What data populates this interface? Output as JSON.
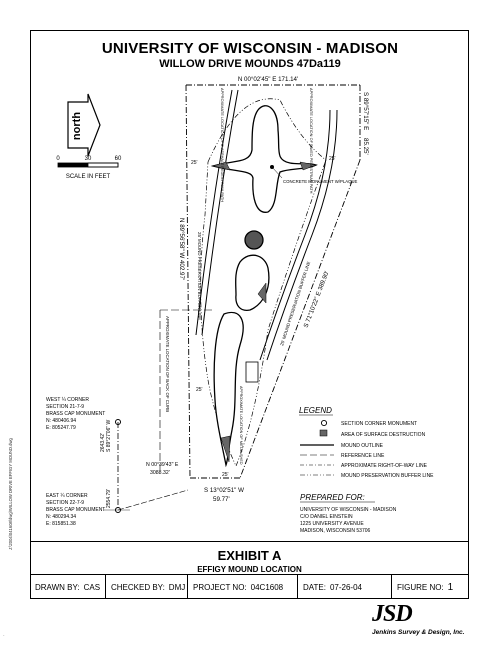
{
  "header": {
    "title": "UNIVERSITY OF WISCONSIN - MADISON",
    "subtitle": "WILLOW DRIVE MOUNDS 47Da119"
  },
  "north": {
    "label": "north"
  },
  "scale_bar": {
    "ticks": [
      "0",
      "30",
      "60"
    ],
    "label": "SCALE IN FEET"
  },
  "bearings": {
    "top": "N 00°02'45\" E   171.14'",
    "right_top": "S 89°57'15\" E",
    "right_top_dist": "85.25'",
    "left": "N 89°56'58\" W   402.97'",
    "right_mid": "S 71°10'22\" E   389.90'",
    "south": "S 13°02'51\" W",
    "south_dist": "59.77'",
    "south_west": "N 00°39'43\" E",
    "south_west_dist": "3088.32'",
    "west_line": "S 89°27'06\" W",
    "west_line_dist": "2643.42'",
    "west_line_alt": "2554.79'"
  },
  "annotations": {
    "ped_path_left": "APPROXIMATE LOCATION OF 8' ASPHALT PEDESTRIAN PATH",
    "ped_path_right": "APPROXIMATE LOCATION OF PAVED PEDESTRIAN PATH",
    "concrete_monument": "CONCRETE MONUMENT W/PLAQUE",
    "buffer_left": "25' MOUND PRESERVATION BUFFER LINE",
    "buffer_right": "25' MOUND PRESERVATION BUFFER LINE",
    "curb": "APPROXIMATE LOCATION OF BACK OF CURB",
    "metal_shed": "APPROXIMATE LOCATION OF METAL SHED",
    "dim_25": "25'"
  },
  "west_corner": {
    "title": "WEST ¼ CORNER",
    "section": "SECTION 21-7-9",
    "type": "BRASS CAP MONUMENT",
    "n": "N: 480406.94",
    "e": "E: 805247.79"
  },
  "east_corner": {
    "title": "EAST ¼ CORNER",
    "section": "SECTION 22-7-9",
    "type": "BRASS CAP MONUMENT",
    "n": "N: 480294.34",
    "e": "E: 815851.38"
  },
  "legend": {
    "title": "LEGEND",
    "items": [
      "SECTION CORNER MONUMENT",
      "AREA OF SURFACE DESTRUCTION",
      "MOUND OUTLINE",
      "REFERENCE LINE",
      "APPROXIMATE RIGHT-OF-WAY LINE",
      "MOUND PRESERVATION BUFFER LINE"
    ]
  },
  "prepared_for": {
    "title": "PREPARED FOR:",
    "lines": [
      "UNIVERSITY OF WISCONSIN - MADISON",
      "C/O DANIEL EINSTEIN",
      "1225 UNIVERSITY AVENUE",
      "MADISON, WISCONSIN   53706"
    ]
  },
  "exhibit": {
    "title": "EXHIBIT A",
    "subtitle": "EFFIGY MOUND LOCATION"
  },
  "info": {
    "drawn_label": "DRAWN BY:",
    "drawn_value": "CAS",
    "checked_label": "CHECKED BY:",
    "checked_value": "DMJ",
    "project_label": "PROJECT NO:",
    "project_value": "04C1608",
    "date_label": "DATE:",
    "date_value": "07-26-04",
    "figure_label": "FIGURE NO:",
    "figure_value": "1"
  },
  "logo": {
    "mark": "JSD",
    "company": "Jenkins Survey & Design, Inc."
  },
  "file_path": "J:\\2004\\041608\\dwg\\WILLOW DRIVE EFFIGY MOUND.dwg"
}
